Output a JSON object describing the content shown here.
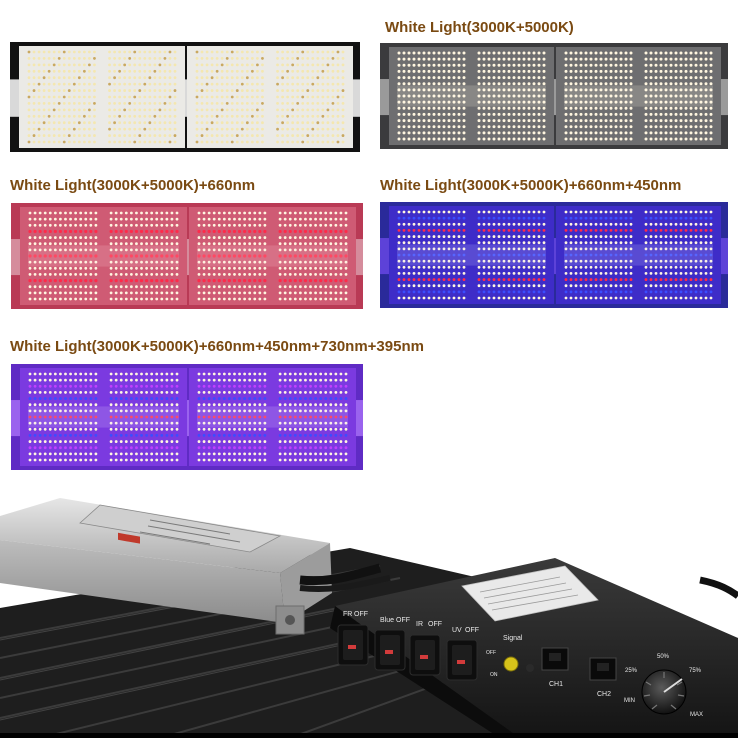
{
  "captions": {
    "white": "White Light(3000K+5000K)",
    "white_red": "White Light(3000K+5000K)+660nm",
    "white_red_blue": "White Light(3000K+5000K)+660nm+450nm",
    "full": "White Light(3000K+5000K)+660nm+450nm+730nm+395nm"
  },
  "controller": {
    "switches": [
      {
        "name": "FR",
        "state": "OFF"
      },
      {
        "name": "Blue",
        "state": "OFF"
      },
      {
        "name": "IR",
        "state": "OFF"
      },
      {
        "name": "UV",
        "state": "OFF"
      }
    ],
    "signal_label": "Signal",
    "signal_off": "OFF",
    "signal_on": "ON",
    "port1": "CH1",
    "port2": "CH2",
    "dial_marks": [
      "25%",
      "50%",
      "75%"
    ],
    "dial_min": "MIN",
    "dial_max": "MAX"
  },
  "colors": {
    "caption": "#7a4a12",
    "white_led": "#fff6e0",
    "red_led": "#ff2a4a",
    "blue_led": "#3b4dff",
    "purple_glow": "#6a1fd0"
  }
}
